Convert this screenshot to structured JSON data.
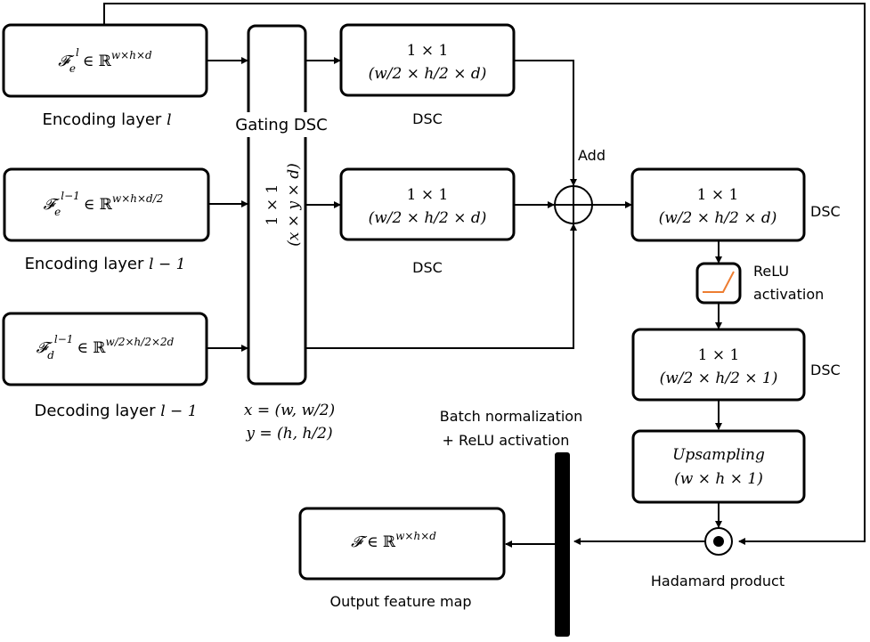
{
  "inputs": [
    {
      "formula": "𝓕ₑˡ ∈ ℝ^{w×h×d}",
      "main": "𝓕",
      "sub": "e",
      "sup": "l",
      "set": "∈ ℝ",
      "dims": "w×h×d",
      "caption": "Encoding layer ",
      "caption_var": "l"
    },
    {
      "formula": "𝓕ₑˡ⁻¹ ∈ ℝ^{w×h×d/2}",
      "main": "𝓕",
      "sub": "e",
      "sup": "l−1",
      "set": "∈ ℝ",
      "dims": "w×h×d/2",
      "caption": "Encoding layer ",
      "caption_var": "l − 1"
    },
    {
      "formula": "𝓕_dˡ⁻¹ ∈ ℝ^{w/2×h/2×2d}",
      "main": "𝓕",
      "sub": "d",
      "sup": "l−1",
      "set": "∈ ℝ",
      "dims": "w/2×h/2×2d",
      "caption": "Decoding layer ",
      "caption_var": "l − 1"
    }
  ],
  "gating": {
    "title": "Gating DSC",
    "kernel": "1 × 1",
    "shape": "(x × y × d)",
    "note_x": "x = (w, w/2)",
    "note_y": "y = (h, h/2)"
  },
  "dsc_blocks": [
    {
      "kernel": "1 × 1",
      "shape": "(w/2 × h/2 × d)",
      "label": "DSC"
    },
    {
      "kernel": "1 × 1",
      "shape": "(w/2 × h/2 × d)",
      "label": "DSC"
    },
    {
      "kernel": "1 × 1",
      "shape": "(w/2 × h/2 × d)",
      "label": "DSC"
    },
    {
      "kernel": "1 × 1",
      "shape": "(w/2 × h/2 × 1)",
      "label": "DSC"
    }
  ],
  "add": {
    "label": "Add",
    "symbol": "⊕"
  },
  "relu": {
    "label_line1": "ReLU",
    "label_line2": "activation",
    "curve_color": "#ED7D31"
  },
  "upsampling": {
    "title": "Upsampling",
    "shape": "(w × h × 1)"
  },
  "hadamard": {
    "label": "Hadamard product",
    "symbol": "⊙"
  },
  "batchnorm": {
    "line1": "Batch normalization",
    "line2": "+ ReLU activation"
  },
  "output": {
    "main": "𝓕",
    "set": " ∈ ℝ",
    "dims": "w×h×d",
    "caption": "Output feature map"
  }
}
